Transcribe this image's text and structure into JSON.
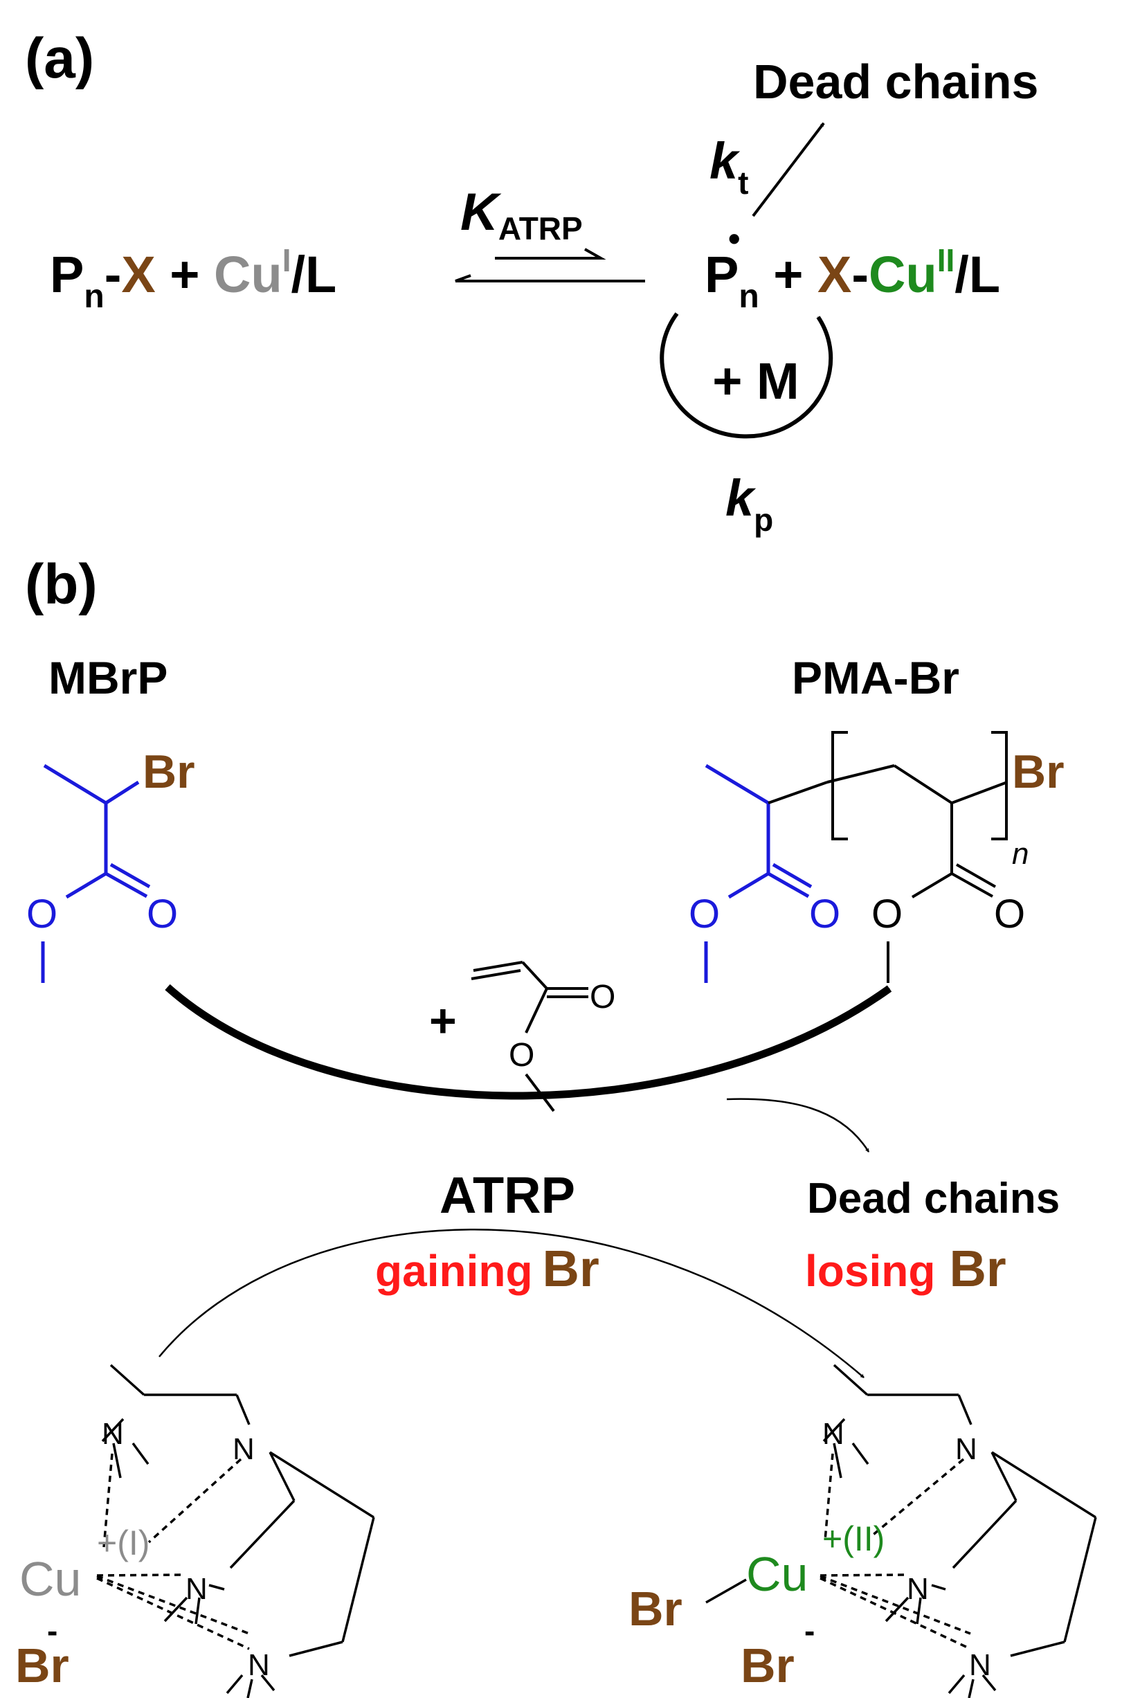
{
  "colors": {
    "black": "#000000",
    "halogen": "#7a4515",
    "cu_one": "#8c8c8c",
    "cu_two": "#1e8a1e",
    "initiator": "#1a1adb",
    "highlight_red": "#ff1a1a"
  },
  "panel_a": {
    "label": "(a)",
    "left_side": {
      "P": "P",
      "n": "n",
      "dash": "-",
      "X": "X",
      "plus": " + ",
      "Cu": "Cu",
      "ox": "I",
      "ligand": "/L"
    },
    "k_atrp": {
      "K": "K",
      "sub": "ATRP"
    },
    "right_side": {
      "P": "P",
      "n": "n",
      "radical_dot": "•",
      "plus": " + ",
      "X": "X",
      "dash": "-",
      "Cu": "Cu",
      "ox": "II",
      "ligand": "/L"
    },
    "termination": {
      "k": "k",
      "sub": "t",
      "product": "Dead chains"
    },
    "propagation": {
      "monomer": "+ M",
      "k": "k",
      "sub": "p"
    }
  },
  "panel_b": {
    "label": "(b)",
    "initiator": {
      "name": "MBrP",
      "Br": "Br",
      "O_carbonyl": "O",
      "O_ester": "O"
    },
    "polymer": {
      "name": "PMA-Br",
      "Br": "Br",
      "n": "n",
      "O1": "O",
      "O2": "O",
      "O3": "O",
      "O4": "O"
    },
    "monomer": {
      "plus": "+",
      "O_carbonyl": "O",
      "O_ester": "O"
    },
    "atrp": {
      "title": "ATRP",
      "gaining": "gaining",
      "Br": "Br"
    },
    "dead": {
      "title": "Dead chains",
      "losing": "losing",
      "Br": "Br"
    },
    "complex_one": {
      "Cu": "Cu",
      "ox": "+(I)",
      "Br": "Br",
      "charge": "-",
      "N": "N"
    },
    "complex_two": {
      "Cu": "Cu",
      "ox": "+(II)",
      "Br_bound": "Br",
      "Br": "Br",
      "charge": "-",
      "N": "N"
    }
  }
}
